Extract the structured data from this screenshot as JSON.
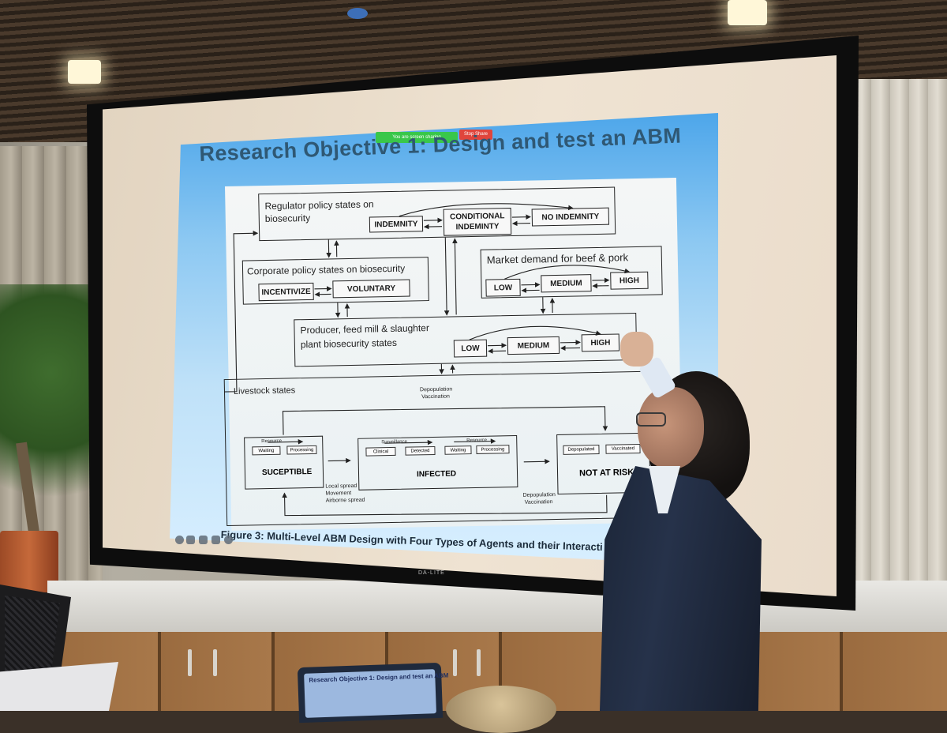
{
  "zoom": {
    "sharing_label": "You are screen sharing",
    "stop_label": "Stop Share"
  },
  "slide": {
    "title": "Research Objective 1: Design and test an ABM",
    "caption": "Figure 3: Multi-Level ABM Design with Four Types of Agents and their Interacti"
  },
  "diagram": {
    "regulator": {
      "label_line1": "Regulator policy states on",
      "label_line2": "biosecurity",
      "states": [
        "INDEMNITY",
        "CONDITIONAL INDEMINTY",
        "NO INDEMNITY"
      ]
    },
    "corporate": {
      "label": "Corporate policy states on biosecurity",
      "states": [
        "INCENTIVIZE",
        "VOLUNTARY"
      ]
    },
    "market": {
      "label": "Market demand for beef & pork",
      "states": [
        "LOW",
        "MEDIUM",
        "HIGH"
      ]
    },
    "producer": {
      "label_line1": "Producer, feed mill & slaughter",
      "label_line2": "plant biosecurity states",
      "states": [
        "LOW",
        "MEDIUM",
        "HIGH"
      ]
    },
    "livestock": {
      "label": "Livestock states",
      "top_arrow_line1": "Depopulation",
      "top_arrow_line2": "Vaccination",
      "susceptible": {
        "name": "SUCEPTIBLE",
        "resource": "Resource",
        "sub": [
          "Waiting",
          "Processing"
        ]
      },
      "infected": {
        "name": "INFECTED",
        "surveillance": "Surveillance",
        "resource": "Resource",
        "sub": [
          "Clinical",
          "Detected",
          "Waiting",
          "Processing"
        ]
      },
      "not_at_risk": {
        "name": "NOT AT RISK",
        "sub": [
          "Depopulated",
          "Vaccinated"
        ]
      },
      "spread_lines": [
        "Local spread",
        "Movement",
        "Airborne spread"
      ],
      "bottom_line1": "Depopulation",
      "bottom_line2": "Vaccination"
    }
  },
  "laptop": {
    "title": "Research Objective 1: Design and test an ABM"
  },
  "colors": {
    "slide_title": "#2f5874",
    "slide_top": "#4da6ea",
    "zoom_green": "#39c74a",
    "zoom_red": "#e0453c"
  }
}
